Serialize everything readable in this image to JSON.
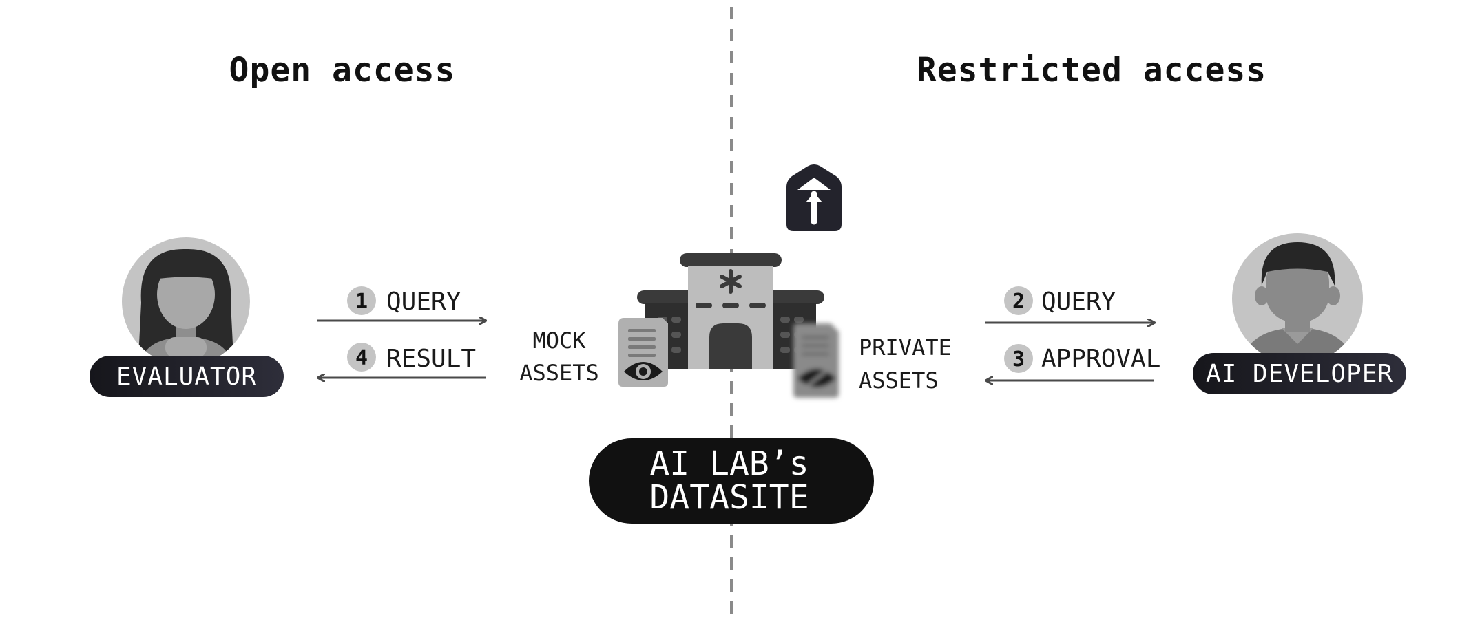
{
  "sections": {
    "open_title": "Open access",
    "restricted_title": "Restricted access"
  },
  "evaluator": {
    "label": "EVALUATOR"
  },
  "developer": {
    "label": "AI DEVELOPER"
  },
  "steps": [
    {
      "num": "1",
      "label": "QUERY"
    },
    {
      "num": "4",
      "label": "RESULT"
    },
    {
      "num": "2",
      "label": "QUERY"
    },
    {
      "num": "3",
      "label": "APPROVAL"
    }
  ],
  "assets": {
    "mock": [
      "MOCK",
      "ASSETS"
    ],
    "private": [
      "PRIVATE",
      "ASSETS"
    ]
  },
  "datasite": {
    "line1": "AI LAB’s",
    "line2": "DATASITE"
  },
  "icons": {
    "lock": "lock-icon",
    "eye": "eye-icon",
    "hidden": "eye-slash-icon",
    "building": "building-icon"
  },
  "colors": {
    "dark": "#1c1c24",
    "pill": "#23232c",
    "arrow": "#4a4a4a",
    "avatar_bg": "#c4c4c4",
    "divider": "#8a8a8a"
  }
}
